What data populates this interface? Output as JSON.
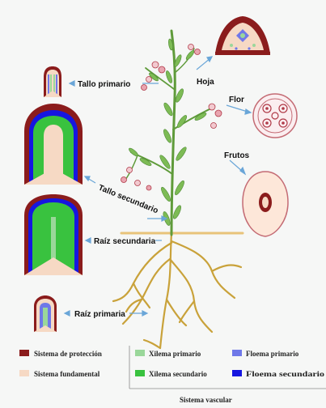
{
  "labels": {
    "tallo_primario": "Tallo primario",
    "hoja": "Hoja",
    "flor": "Flor",
    "frutos": "Frutos",
    "tallo_secundario": "Tallo secundario",
    "raiz_secundaria": "Raíz secundaria",
    "raiz_primaria": "Raíz primaria"
  },
  "legend": {
    "items": [
      {
        "label": "Sistema de protección",
        "color": "#8b1c1c"
      },
      {
        "label": "Sistema fundamental",
        "color": "#f6d9c4"
      },
      {
        "label": "Xilema primario",
        "color": "#9ad79a"
      },
      {
        "label": "Xilema secundario",
        "color": "#39c23f"
      },
      {
        "label": "Floema primario",
        "color": "#6f78e8"
      },
      {
        "label": "Floema secundario",
        "color": "#1616e0"
      }
    ],
    "group_title": "Sistema vascular"
  },
  "colors": {
    "protection": "#8b1c1c",
    "fundamental": "#f6d9c4",
    "xylem_primary": "#9ad79a",
    "xylem_secondary": "#39c23f",
    "phloem_primary": "#6f78e8",
    "phloem_secondary": "#1616e0",
    "root": "#c9a23a",
    "stem": "#5f9b3a",
    "leaf": "#7dbb55"
  }
}
